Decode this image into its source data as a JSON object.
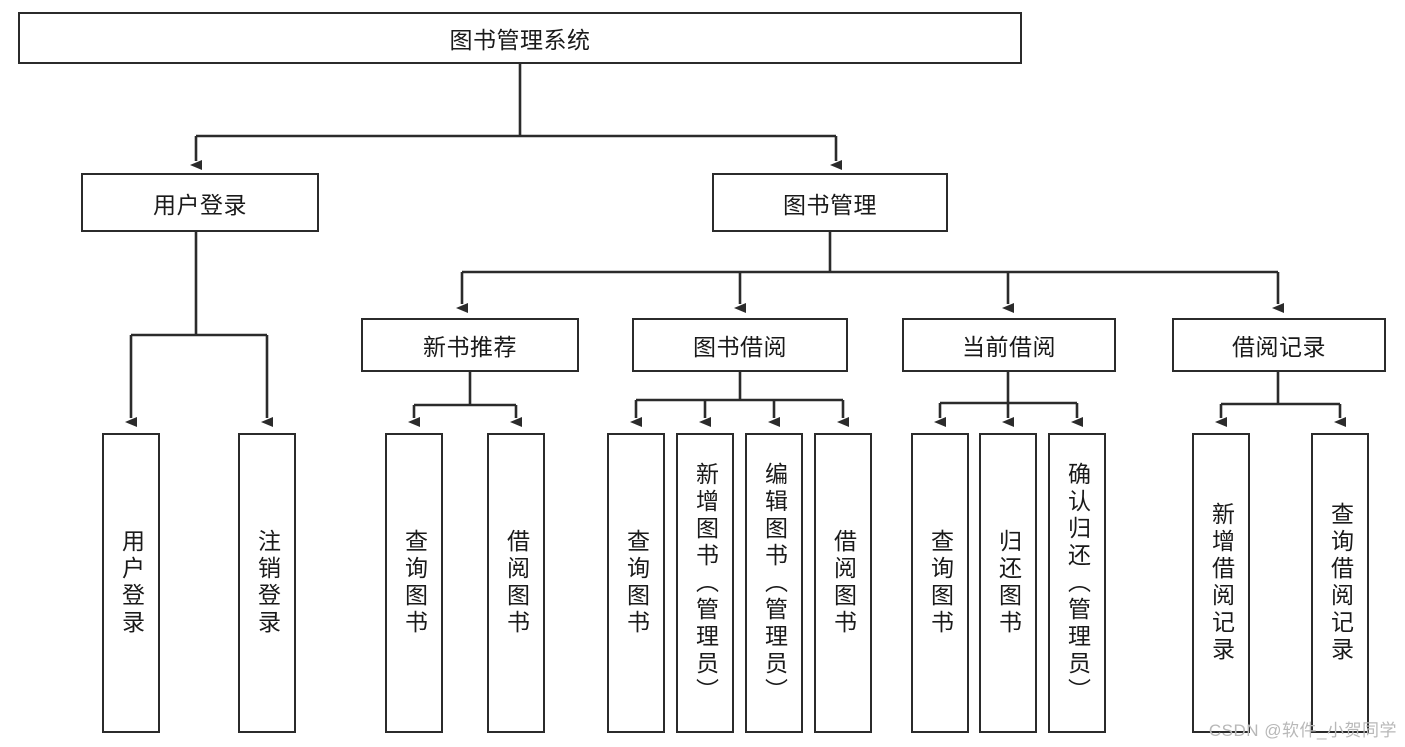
{
  "diagram": {
    "title": "图书管理系统",
    "type": "tree-hierarchy-diagram",
    "colors": {
      "box_border": "#2b2b2b",
      "box_fill": "#ffffff",
      "connector": "#2b2b2b",
      "text": "#1a1a1a",
      "watermark": "#b8b8b8",
      "background": "#ffffff"
    },
    "root": {
      "label": "图书管理系统"
    },
    "level2": [
      {
        "label": "用户登录"
      },
      {
        "label": "图书管理"
      }
    ],
    "level3": [
      {
        "label": "新书推荐"
      },
      {
        "label": "图书借阅"
      },
      {
        "label": "当前借阅"
      },
      {
        "label": "借阅记录"
      }
    ],
    "leaves": {
      "user_login": [
        {
          "label": "用户登录"
        },
        {
          "label": "注销登录"
        }
      ],
      "new_book_recommend": [
        {
          "label": "查询图书"
        },
        {
          "label": "借阅图书"
        }
      ],
      "book_borrow": [
        {
          "label": "查询图书"
        },
        {
          "label": "新增图书（管理员）"
        },
        {
          "label": "编辑图书（管理员）"
        },
        {
          "label": "借阅图书"
        }
      ],
      "current_borrow": [
        {
          "label": "查询图书"
        },
        {
          "label": "归还图书"
        },
        {
          "label": "确认归还（管理员）"
        }
      ],
      "borrow_record": [
        {
          "label": "新增借阅记录"
        },
        {
          "label": "查询借阅记录"
        }
      ]
    },
    "watermark": "CSDN @软件_小贺同学"
  }
}
